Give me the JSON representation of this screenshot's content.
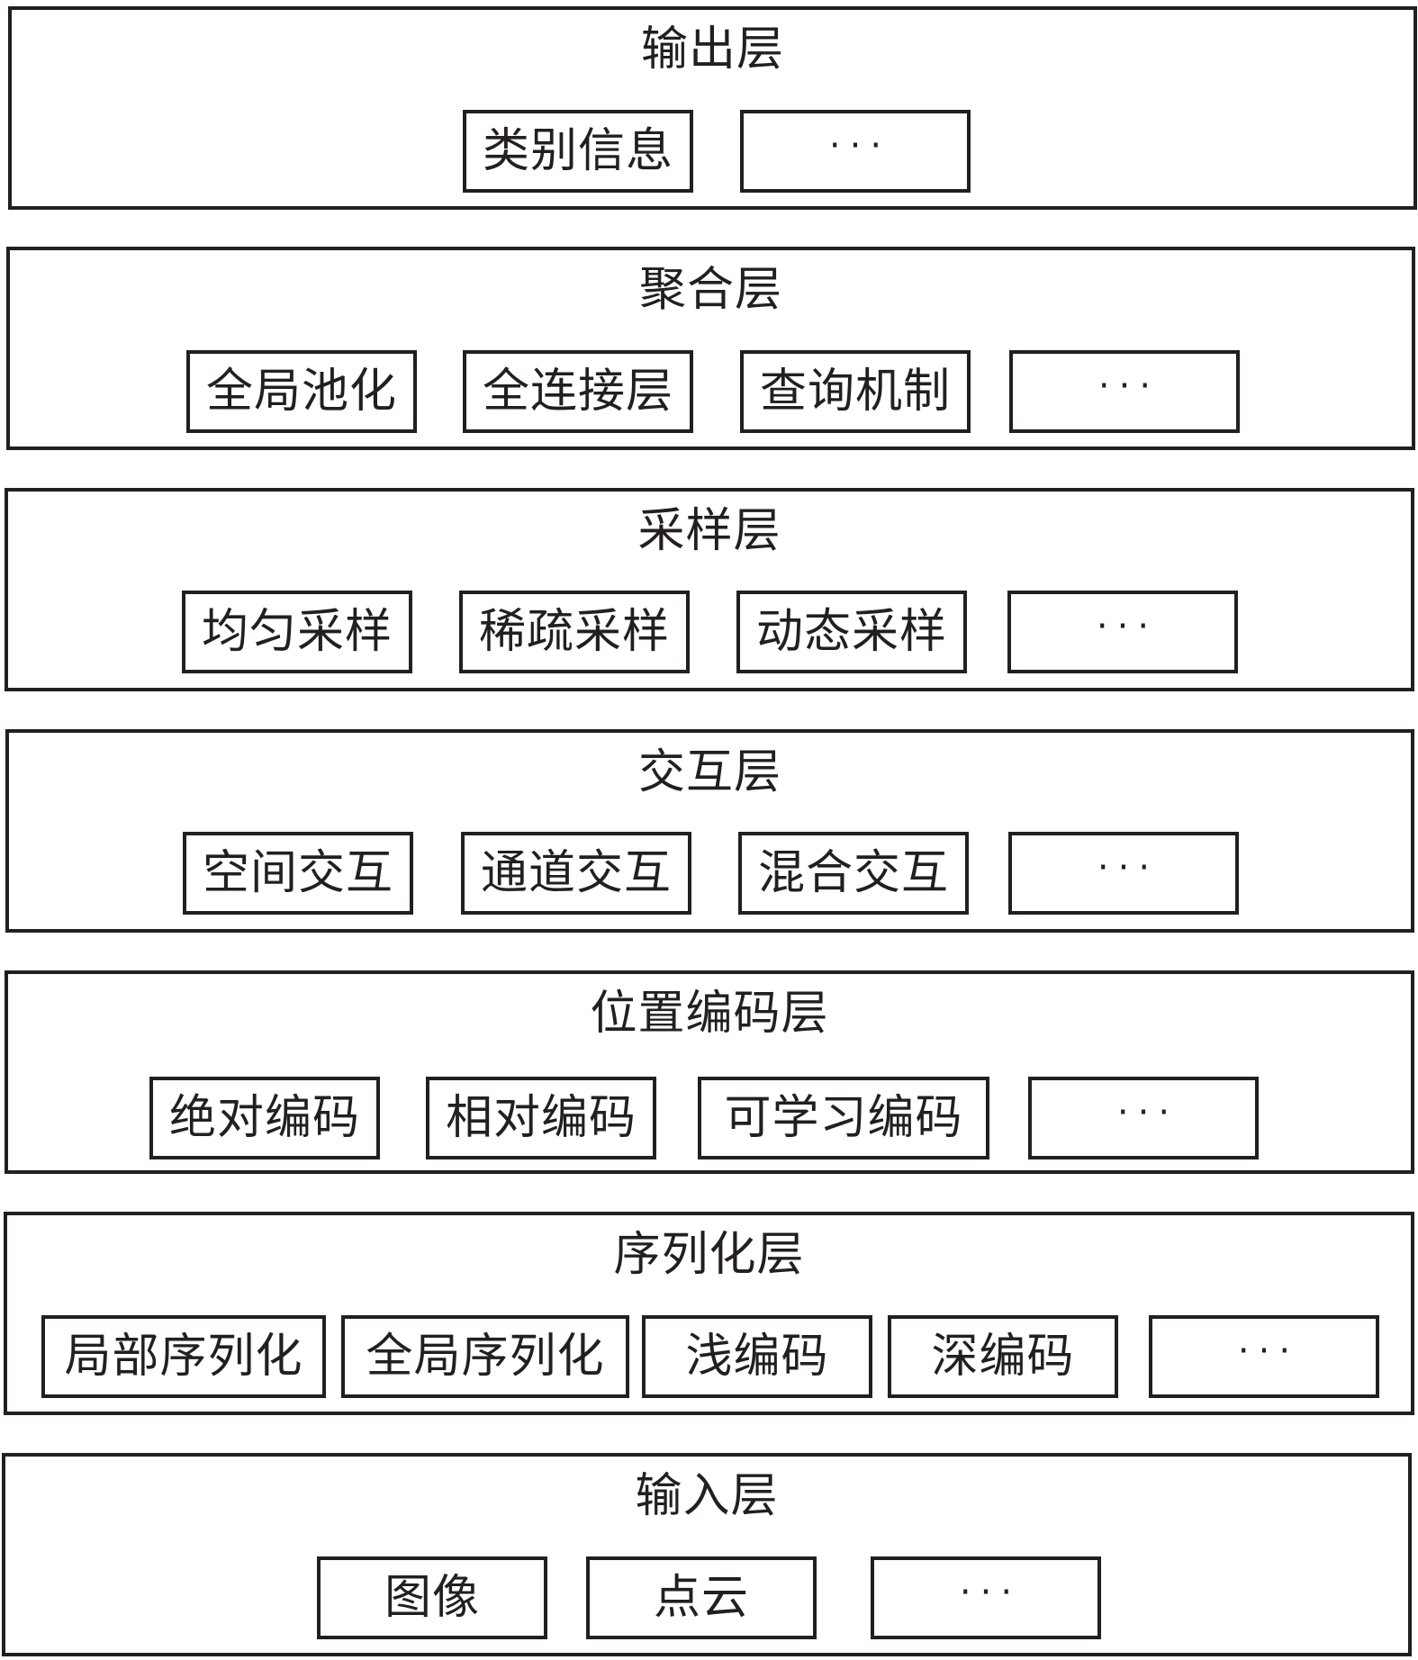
{
  "layers": [
    {
      "title": "输出层",
      "items": [
        "类别信息",
        "···"
      ]
    },
    {
      "title": "聚合层",
      "items": [
        "全局池化",
        "全连接层",
        "查询机制",
        "···"
      ]
    },
    {
      "title": "采样层",
      "items": [
        "均匀采样",
        "稀疏采样",
        "动态采样",
        "···"
      ]
    },
    {
      "title": "交互层",
      "items": [
        "空间交互",
        "通道交互",
        "混合交互",
        "···"
      ]
    },
    {
      "title": "位置编码层",
      "items": [
        "绝对编码",
        "相对编码",
        "可学习编码",
        "···"
      ]
    },
    {
      "title": "序列化层",
      "items": [
        "局部序列化",
        "全局序列化",
        "浅编码",
        "深编码",
        "···"
      ]
    },
    {
      "title": "输入层",
      "items": [
        "图像",
        "点云",
        "···"
      ]
    }
  ]
}
